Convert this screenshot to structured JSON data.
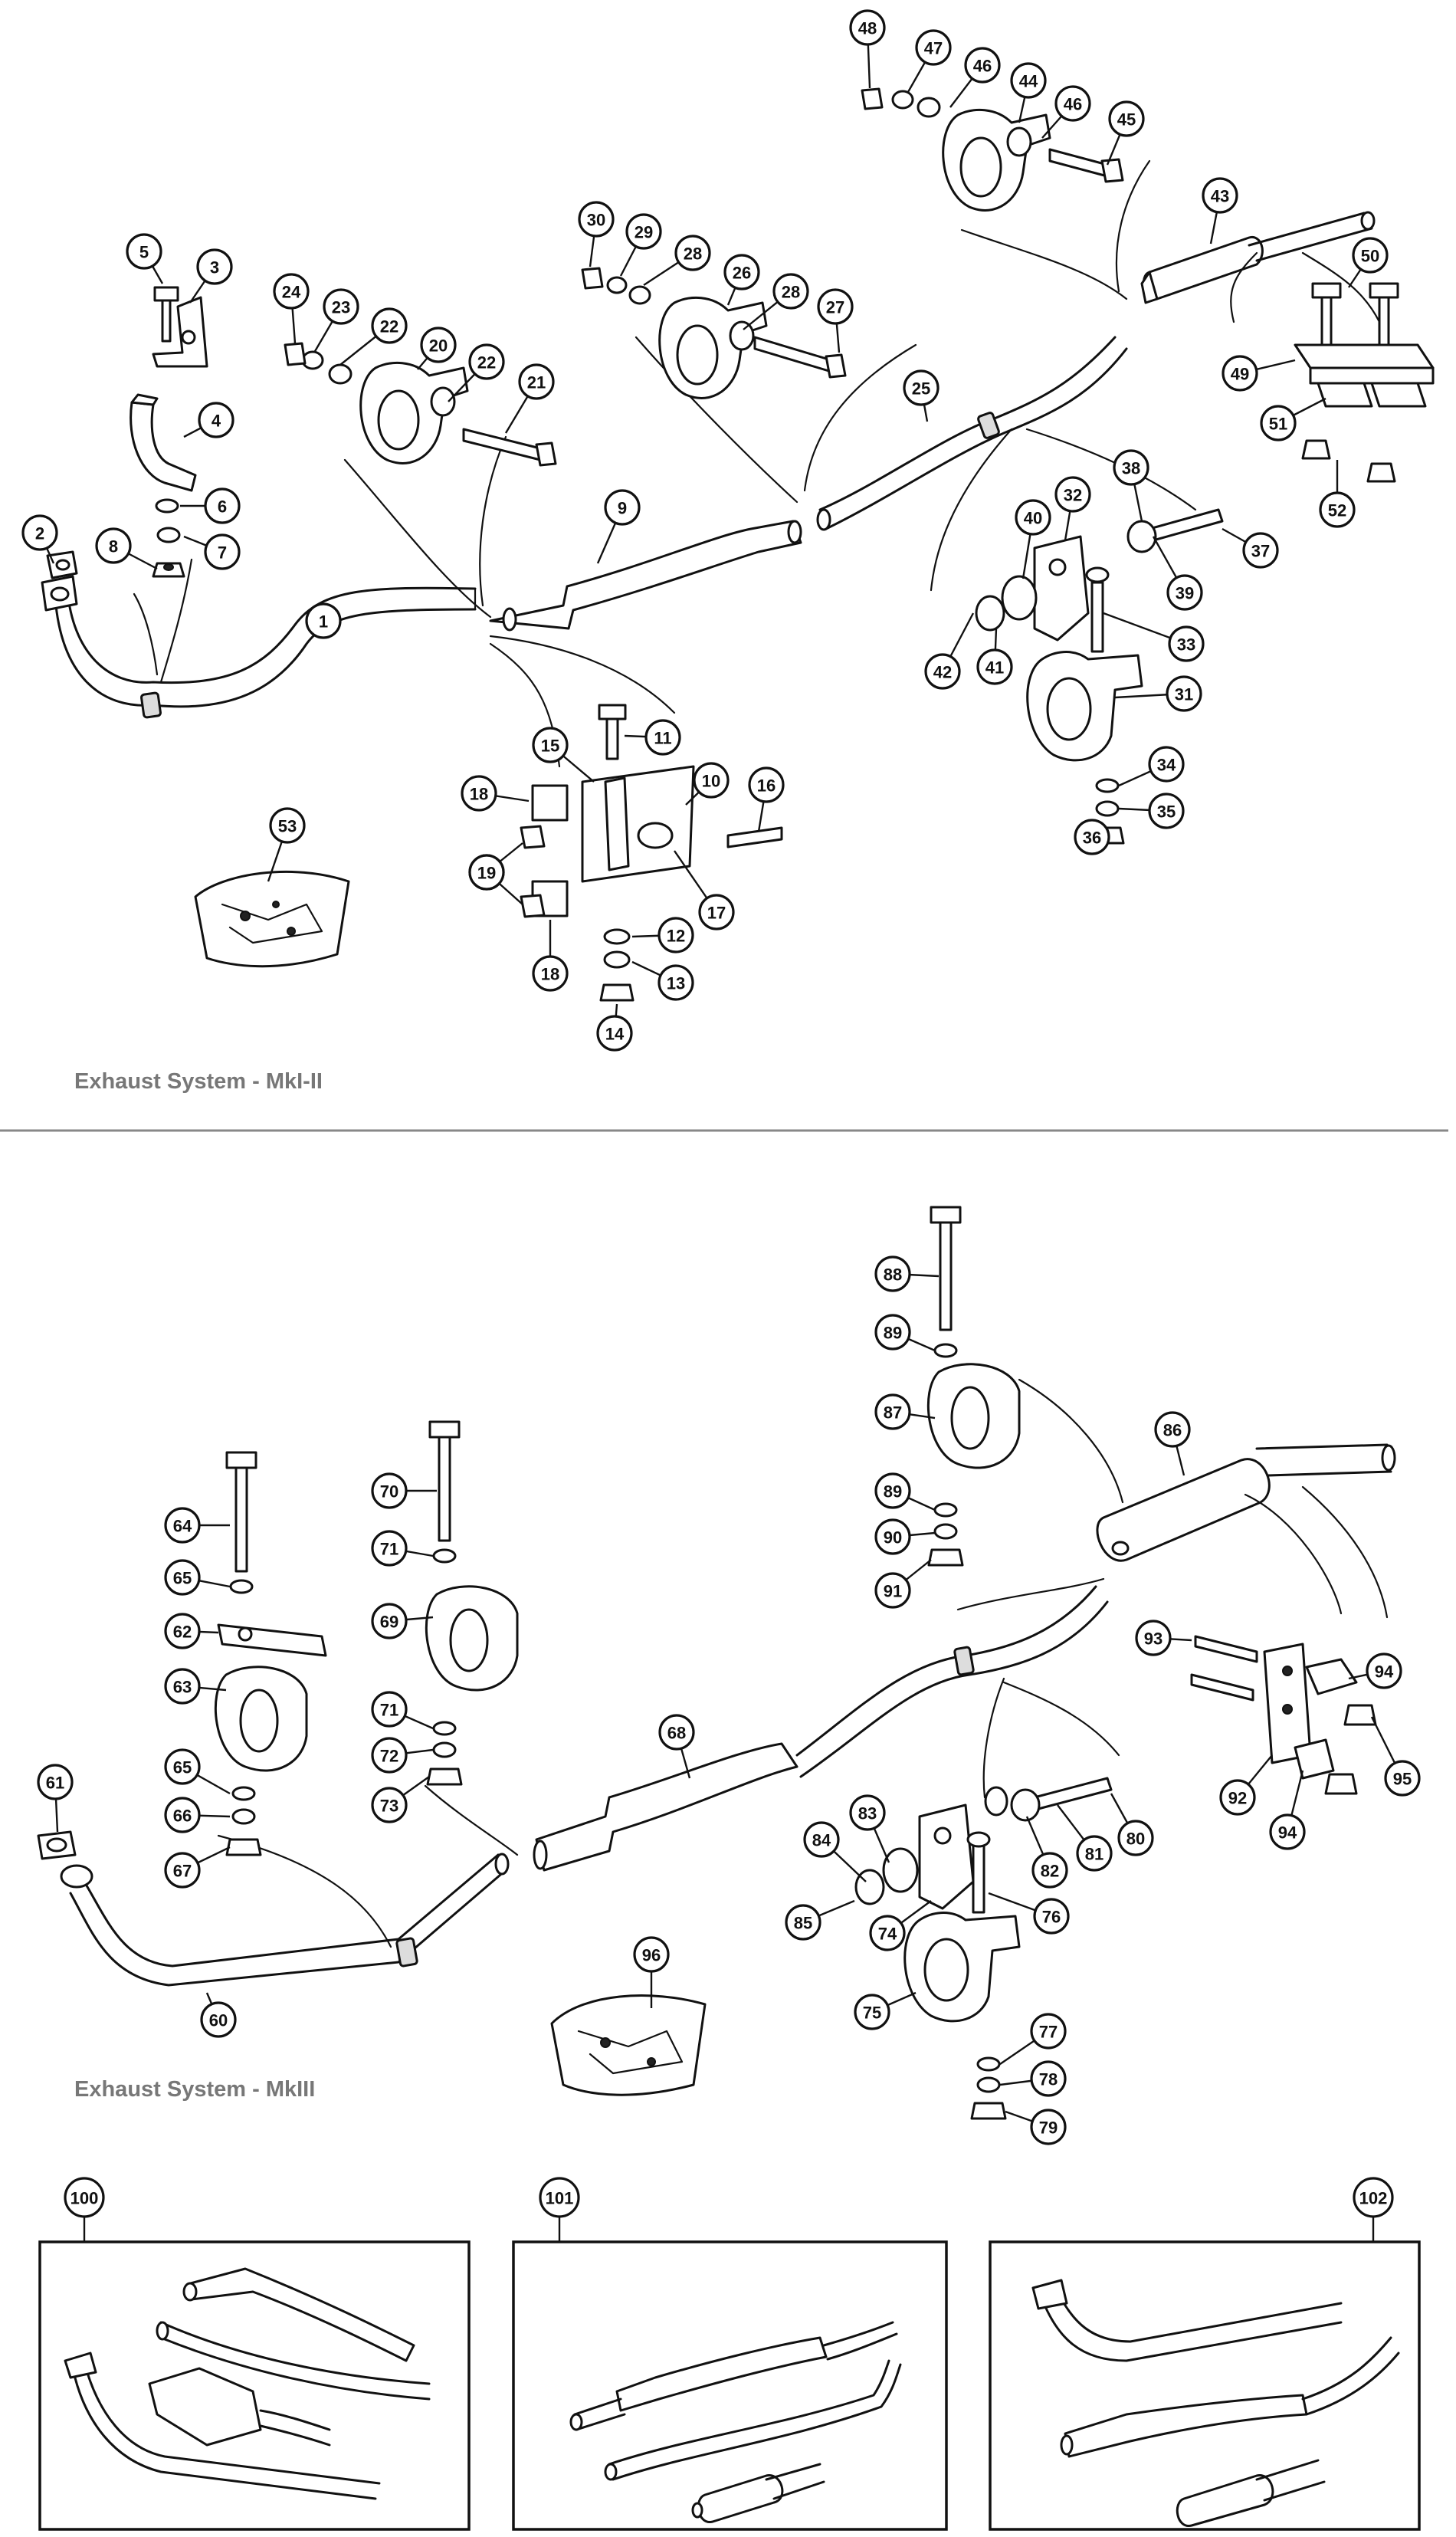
{
  "sections": [
    {
      "caption": "Exhaust System - MkI-II"
    },
    {
      "caption": "Exhaust System - MkIII"
    }
  ],
  "callouts": [
    {
      "label": "1"
    },
    {
      "label": "2"
    },
    {
      "label": "3"
    },
    {
      "label": "4"
    },
    {
      "label": "5"
    },
    {
      "label": "6"
    },
    {
      "label": "7"
    },
    {
      "label": "8"
    },
    {
      "label": "9"
    },
    {
      "label": "10"
    },
    {
      "label": "11"
    },
    {
      "label": "12"
    },
    {
      "label": "13"
    },
    {
      "label": "14"
    },
    {
      "label": "15"
    },
    {
      "label": "16"
    },
    {
      "label": "17"
    },
    {
      "label": "18"
    },
    {
      "label": "18"
    },
    {
      "label": "19"
    },
    {
      "label": "19"
    },
    {
      "label": "20"
    },
    {
      "label": "21"
    },
    {
      "label": "22"
    },
    {
      "label": "22"
    },
    {
      "label": "23"
    },
    {
      "label": "24"
    },
    {
      "label": "25"
    },
    {
      "label": "26"
    },
    {
      "label": "27"
    },
    {
      "label": "28"
    },
    {
      "label": "28"
    },
    {
      "label": "29"
    },
    {
      "label": "30"
    },
    {
      "label": "31"
    },
    {
      "label": "32"
    },
    {
      "label": "33"
    },
    {
      "label": "34"
    },
    {
      "label": "35"
    },
    {
      "label": "36"
    },
    {
      "label": "37"
    },
    {
      "label": "38"
    },
    {
      "label": "39"
    },
    {
      "label": "40"
    },
    {
      "label": "41"
    },
    {
      "label": "42"
    },
    {
      "label": "43"
    },
    {
      "label": "44"
    },
    {
      "label": "45"
    },
    {
      "label": "46"
    },
    {
      "label": "46"
    },
    {
      "label": "47"
    },
    {
      "label": "48"
    },
    {
      "label": "49"
    },
    {
      "label": "50"
    },
    {
      "label": "51"
    },
    {
      "label": "52"
    },
    {
      "label": "53"
    },
    {
      "label": "60"
    },
    {
      "label": "61"
    },
    {
      "label": "62"
    },
    {
      "label": "63"
    },
    {
      "label": "64"
    },
    {
      "label": "65"
    },
    {
      "label": "65"
    },
    {
      "label": "66"
    },
    {
      "label": "67"
    },
    {
      "label": "68"
    },
    {
      "label": "69"
    },
    {
      "label": "70"
    },
    {
      "label": "71"
    },
    {
      "label": "71"
    },
    {
      "label": "72"
    },
    {
      "label": "73"
    },
    {
      "label": "74"
    },
    {
      "label": "75"
    },
    {
      "label": "76"
    },
    {
      "label": "77"
    },
    {
      "label": "78"
    },
    {
      "label": "79"
    },
    {
      "label": "80"
    },
    {
      "label": "81"
    },
    {
      "label": "82"
    },
    {
      "label": "83"
    },
    {
      "label": "84"
    },
    {
      "label": "85"
    },
    {
      "label": "86"
    },
    {
      "label": "87"
    },
    {
      "label": "88"
    },
    {
      "label": "89"
    },
    {
      "label": "89"
    },
    {
      "label": "90"
    },
    {
      "label": "91"
    },
    {
      "label": "92"
    },
    {
      "label": "93"
    },
    {
      "label": "94"
    },
    {
      "label": "94"
    },
    {
      "label": "95"
    },
    {
      "label": "96"
    },
    {
      "label": "100"
    },
    {
      "label": "101"
    },
    {
      "label": "102"
    }
  ]
}
